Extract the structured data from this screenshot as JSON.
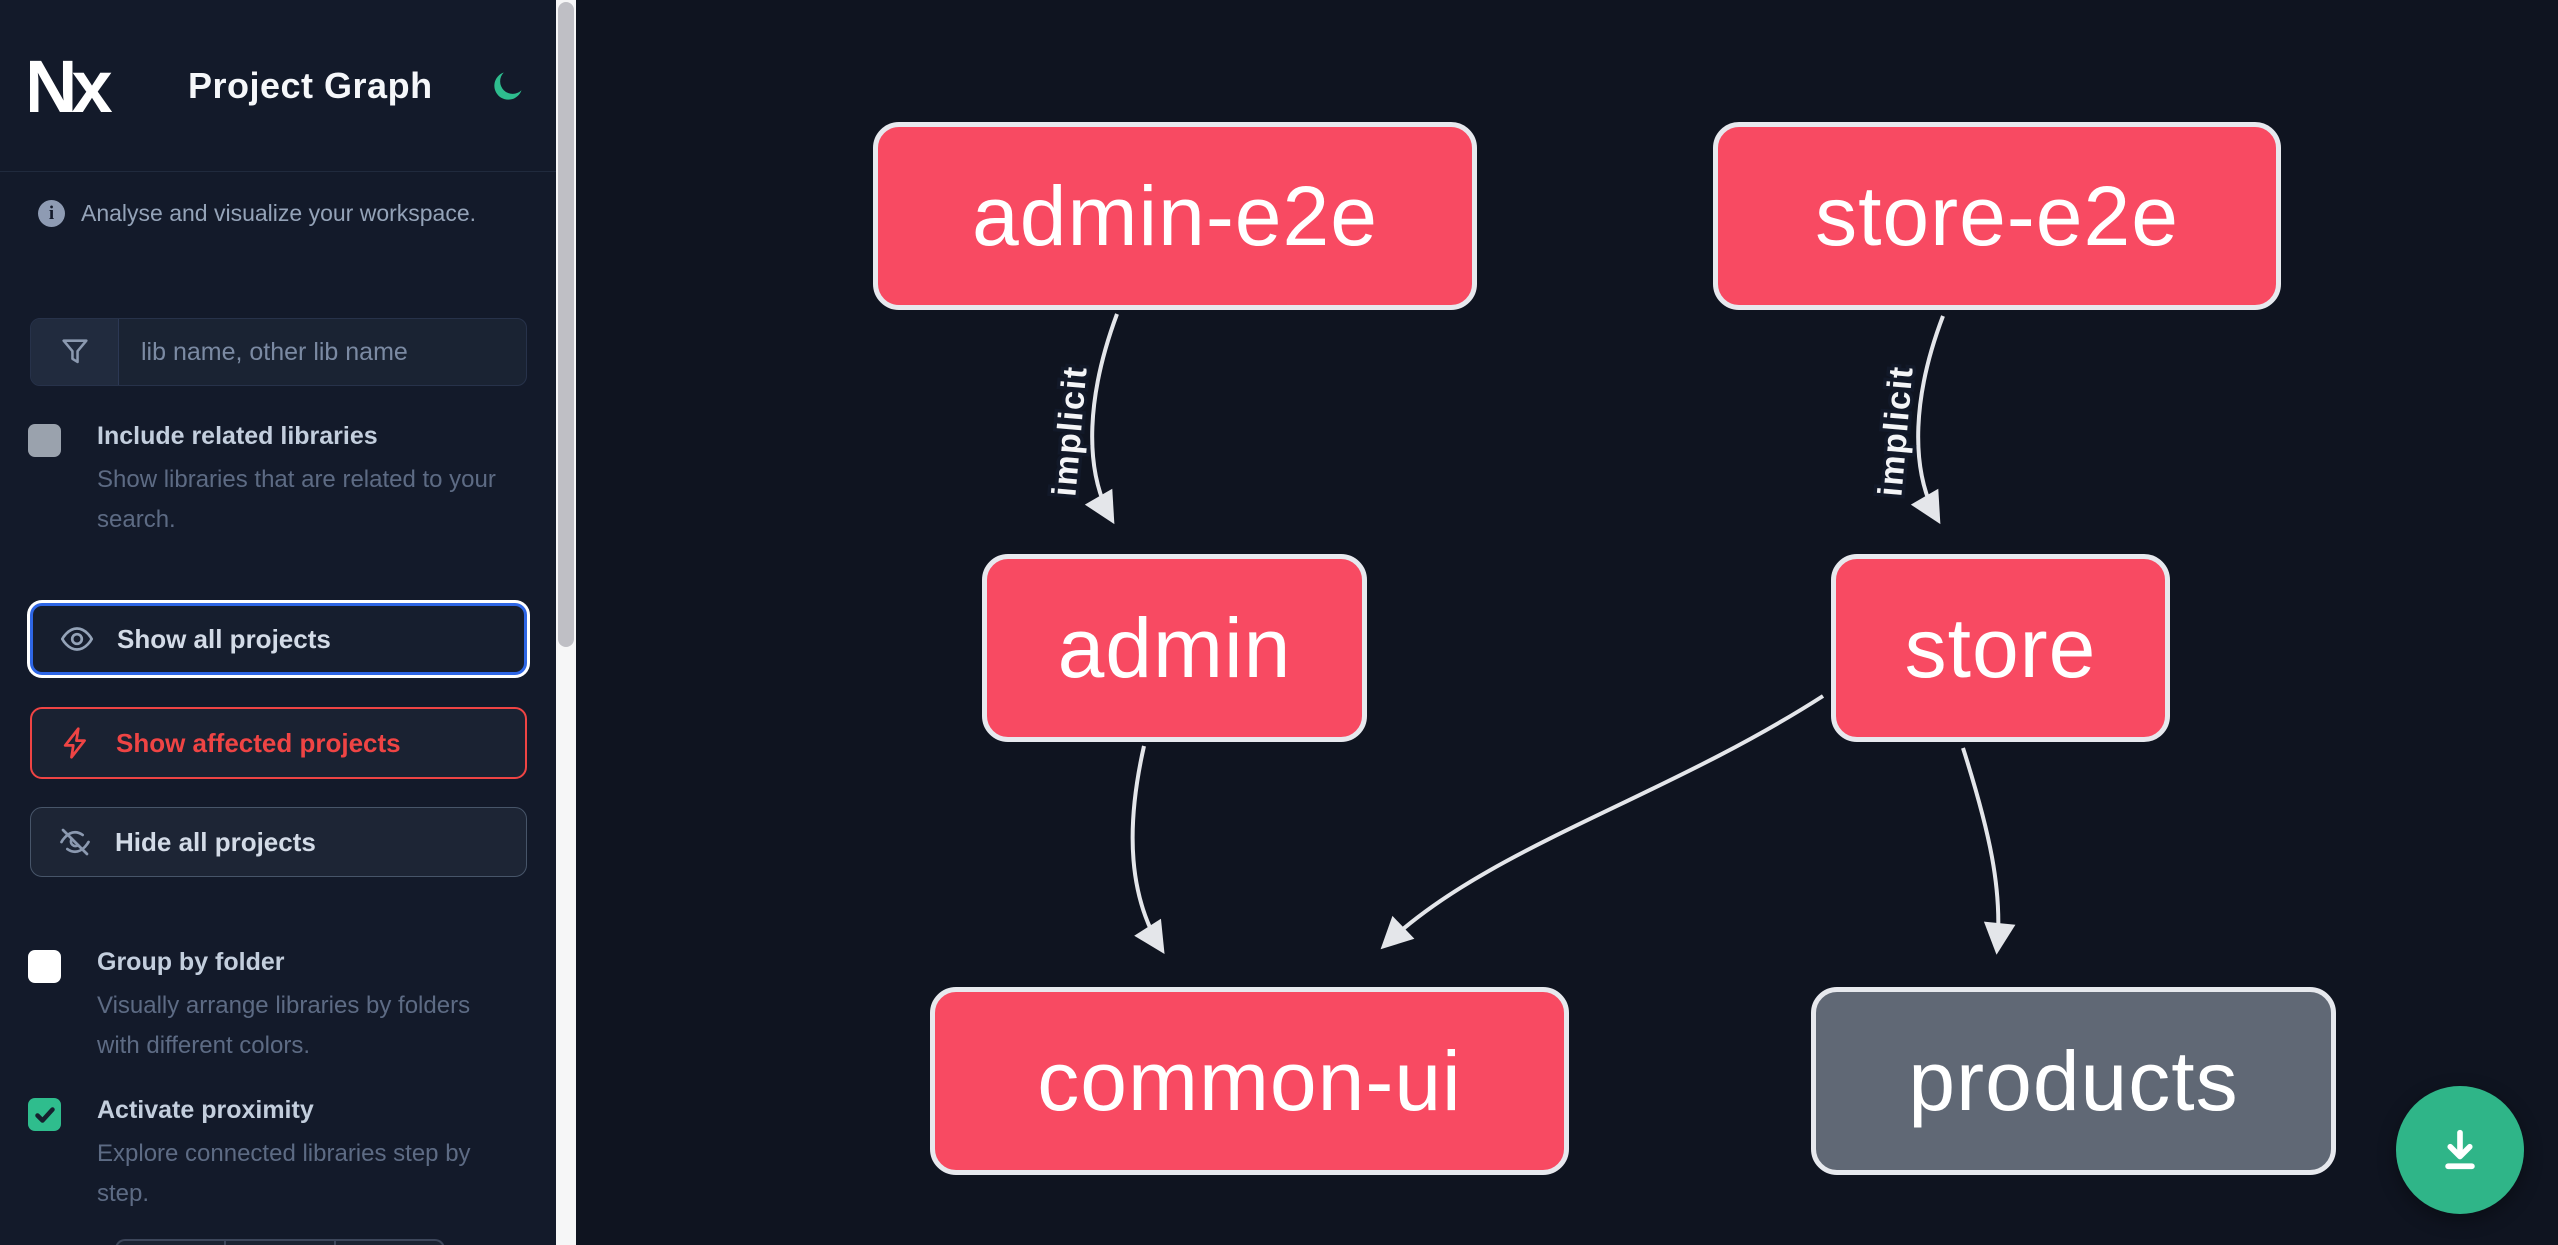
{
  "header": {
    "title": "Project Graph",
    "theme_icon": "moon-icon"
  },
  "sidebar": {
    "tagline": "Analyse and visualize your workspace.",
    "search": {
      "placeholder": "lib name, other lib name",
      "value": ""
    },
    "buttons": [
      {
        "label": "Show all projects",
        "icon": "eye-icon",
        "state": "focused"
      },
      {
        "label": "Show affected projects",
        "icon": "bolt-icon",
        "state": "affected"
      },
      {
        "label": "Hide all projects",
        "icon": "eye-off-icon",
        "state": "normal"
      }
    ],
    "toggles": [
      {
        "label": "Include related libraries",
        "description": "Show libraries that are related to your search.",
        "checked": false
      },
      {
        "label": "Group by folder",
        "description": "Visually arrange libraries by folders with different colors.",
        "checked": false
      },
      {
        "label": "Activate proximity",
        "description": "Explore connected libraries step by step.",
        "checked": true
      }
    ]
  },
  "graph": {
    "nodes": [
      {
        "id": "admin-e2e",
        "label": "admin-e2e",
        "affected": true
      },
      {
        "id": "store-e2e",
        "label": "store-e2e",
        "affected": true
      },
      {
        "id": "admin",
        "label": "admin",
        "affected": true
      },
      {
        "id": "store",
        "label": "store",
        "affected": true
      },
      {
        "id": "common-ui",
        "label": "common-ui",
        "affected": true
      },
      {
        "id": "products",
        "label": "products",
        "affected": false
      }
    ],
    "edges": [
      {
        "from": "admin-e2e",
        "to": "admin",
        "label": "implicit"
      },
      {
        "from": "store-e2e",
        "to": "store",
        "label": "implicit"
      },
      {
        "from": "admin",
        "to": "common-ui",
        "label": ""
      },
      {
        "from": "store",
        "to": "common-ui",
        "label": ""
      },
      {
        "from": "store",
        "to": "products",
        "label": ""
      }
    ]
  },
  "fab": {
    "icon": "download-icon"
  },
  "colors": {
    "affected_node": "#f84a62",
    "unaffected_node": "#606875",
    "accent_green": "#2fbd8d",
    "affected_red": "#ef4444",
    "focus_blue": "#2e66e5",
    "edge": "#e4e6ea",
    "sidebar_bg": "#131a2a",
    "graph_bg": "#0f1420"
  }
}
